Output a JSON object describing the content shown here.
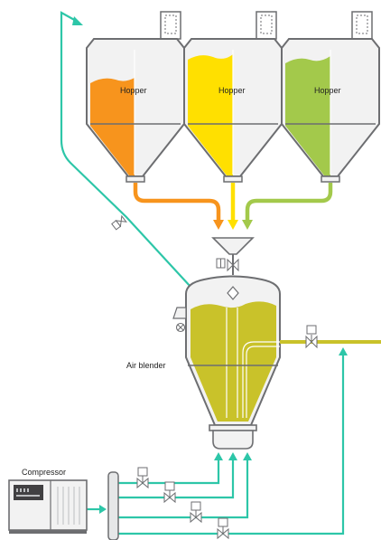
{
  "hoppers": [
    {
      "label": "Hopper",
      "color": "#f7941d"
    },
    {
      "label": "Hopper",
      "color": "#ffe000"
    },
    {
      "label": "Hopper",
      "color": "#a3c94b"
    }
  ],
  "blender": {
    "label": "Air blender",
    "color": "#c9c22a"
  },
  "compressor": {
    "label": "Compressor"
  },
  "colors": {
    "air_line": "#2dc6a8",
    "outlet_line": "#c9c22a",
    "vessel_outline": "#6d6e71",
    "vessel_fill": "#f2f2f2"
  }
}
